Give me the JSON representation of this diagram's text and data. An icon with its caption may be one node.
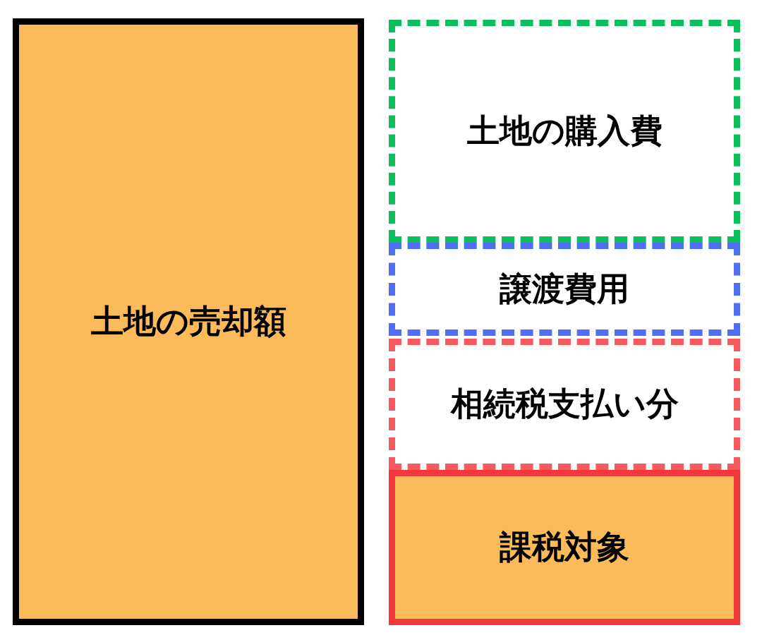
{
  "diagram": {
    "nodes": [
      {
        "text": [
          "土地の売却額"
        ]
      },
      {
        "text": [
          "土地の購入費"
        ]
      },
      {
        "text": [
          "譲渡費用"
        ]
      },
      {
        "text": [
          "相続税支払い分"
        ]
      },
      {
        "text": [
          "課税対象"
        ]
      }
    ]
  }
}
